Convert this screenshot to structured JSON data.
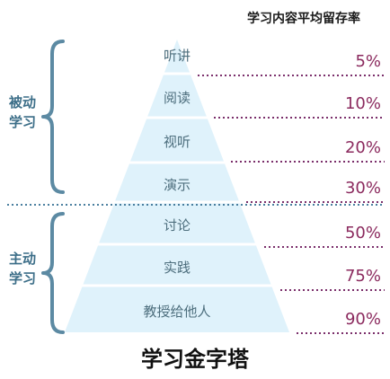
{
  "header": {
    "title": "学习内容平均留存率"
  },
  "groups": {
    "passive": "被动\n学习",
    "active": "主动\n学习"
  },
  "levels": [
    {
      "label": "听讲",
      "retention": "5%"
    },
    {
      "label": "阅读",
      "retention": "10%"
    },
    {
      "label": "视听",
      "retention": "20%"
    },
    {
      "label": "演示",
      "retention": "30%"
    },
    {
      "label": "讨论",
      "retention": "50%"
    },
    {
      "label": "实践",
      "retention": "75%"
    },
    {
      "label": "教授给他人",
      "retention": "90%"
    }
  ],
  "footer": {
    "title": "学习金字塔"
  },
  "colors": {
    "pyramid_fill": "#dff2fb",
    "pyramid_separator": "#ffffff",
    "percent_text": "#8b2a5e",
    "dotted_line": "#7b2f6b",
    "brace": "#5c8aa3",
    "divider": "#4a7f9f"
  }
}
